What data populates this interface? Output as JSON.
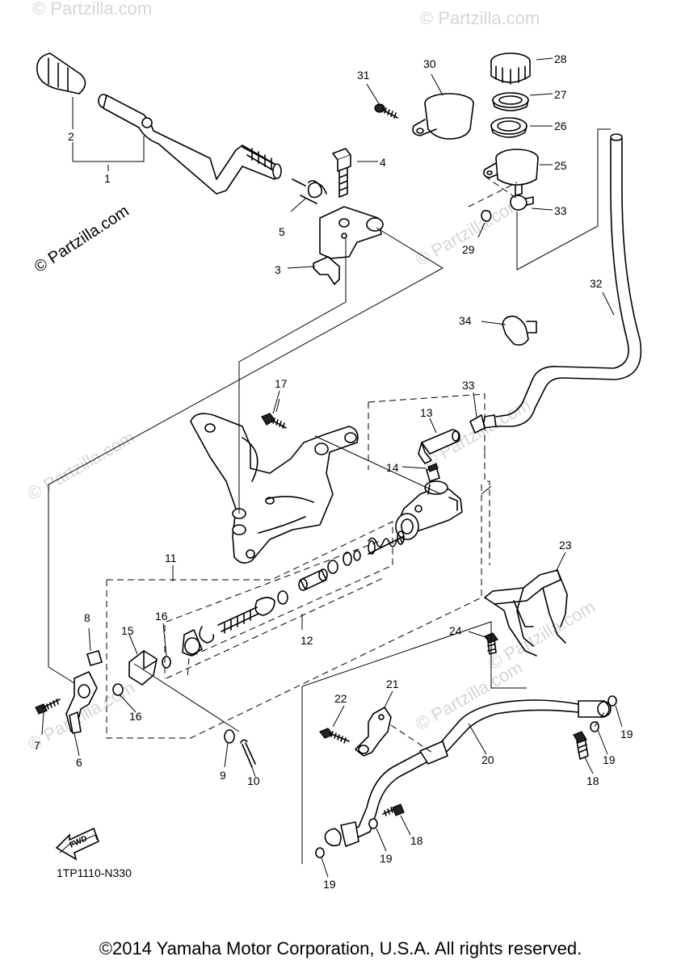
{
  "watermarks": {
    "primary": "© Partzilla.com",
    "faint": "© Partzilla.com"
  },
  "fwd_label": "FWD",
  "diagram_code": "1TP1110-N330",
  "copyright": "©2014 Yamaha Motor Corporation, U.S.A. All rights reserved.",
  "callouts": {
    "c1": "1",
    "c2": "2",
    "c3": "3",
    "c4": "4",
    "c5": "5",
    "c6": "6",
    "c7": "7",
    "c8": "8",
    "c9": "9",
    "c10": "10",
    "c11": "11",
    "c12": "12",
    "c13": "13",
    "c14": "14",
    "c15": "15",
    "c16a": "16",
    "c16b": "16",
    "c17": "17",
    "c18a": "18",
    "c18b": "18",
    "c19a": "19",
    "c19b": "19",
    "c19c": "19",
    "c19d": "19",
    "c20": "20",
    "c21": "21",
    "c22": "22",
    "c23": "23",
    "c24": "24",
    "c25": "25",
    "c26": "26",
    "c27": "27",
    "c28": "28",
    "c29": "29",
    "c30": "30",
    "c31": "31",
    "c32": "32",
    "c33a": "33",
    "c33b": "33",
    "c34": "34"
  }
}
